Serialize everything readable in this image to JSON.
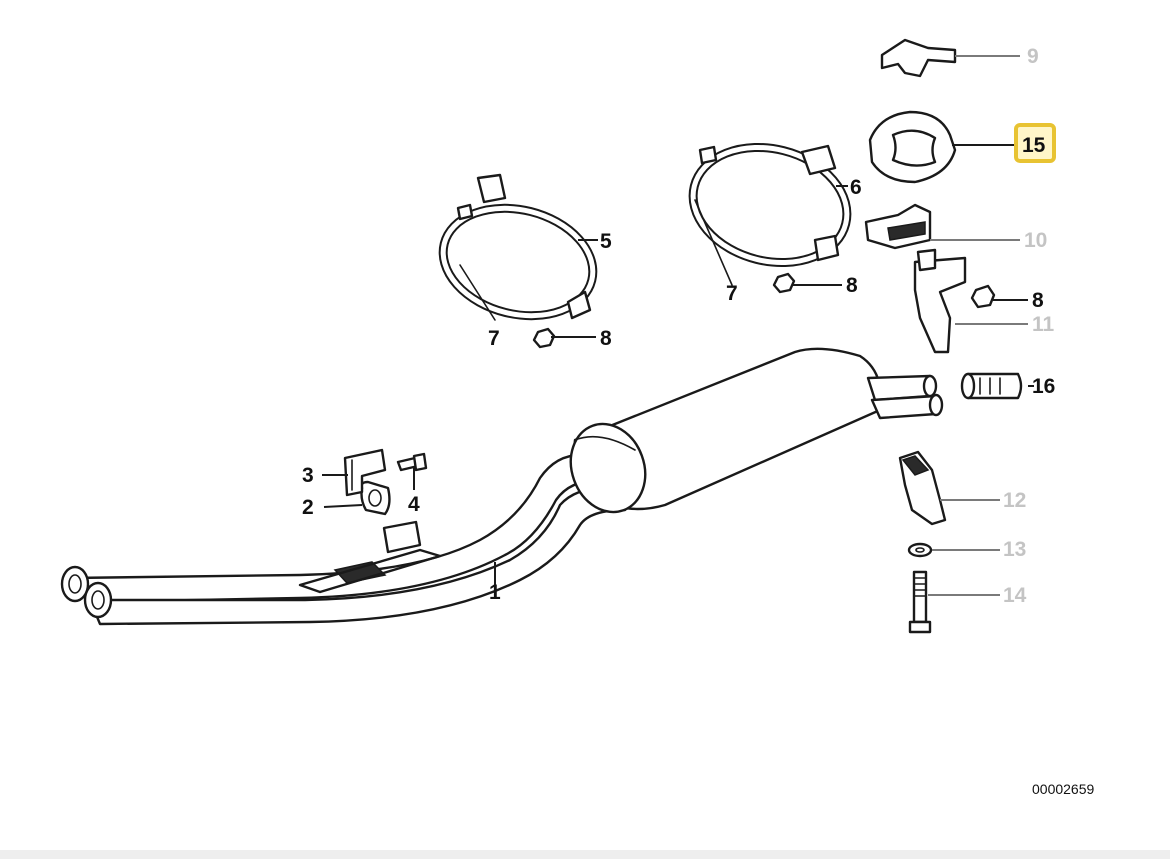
{
  "diagram_id": "00002659",
  "callouts": {
    "c1": "1",
    "c2": "2",
    "c3": "3",
    "c4": "4",
    "c5": "5",
    "c6": "6",
    "c7a": "7",
    "c7b": "7",
    "c8a": "8",
    "c8b": "8",
    "c8c": "8",
    "c9": "9",
    "c10": "10",
    "c11": "11",
    "c12": "12",
    "c13": "13",
    "c14": "14",
    "c15": "15",
    "c16": "16"
  },
  "highlighted_part": "15",
  "colors": {
    "highlight_fill": "#fff6c9",
    "highlight_border": "#e8c332",
    "inactive_label": "#c4c4c4"
  }
}
